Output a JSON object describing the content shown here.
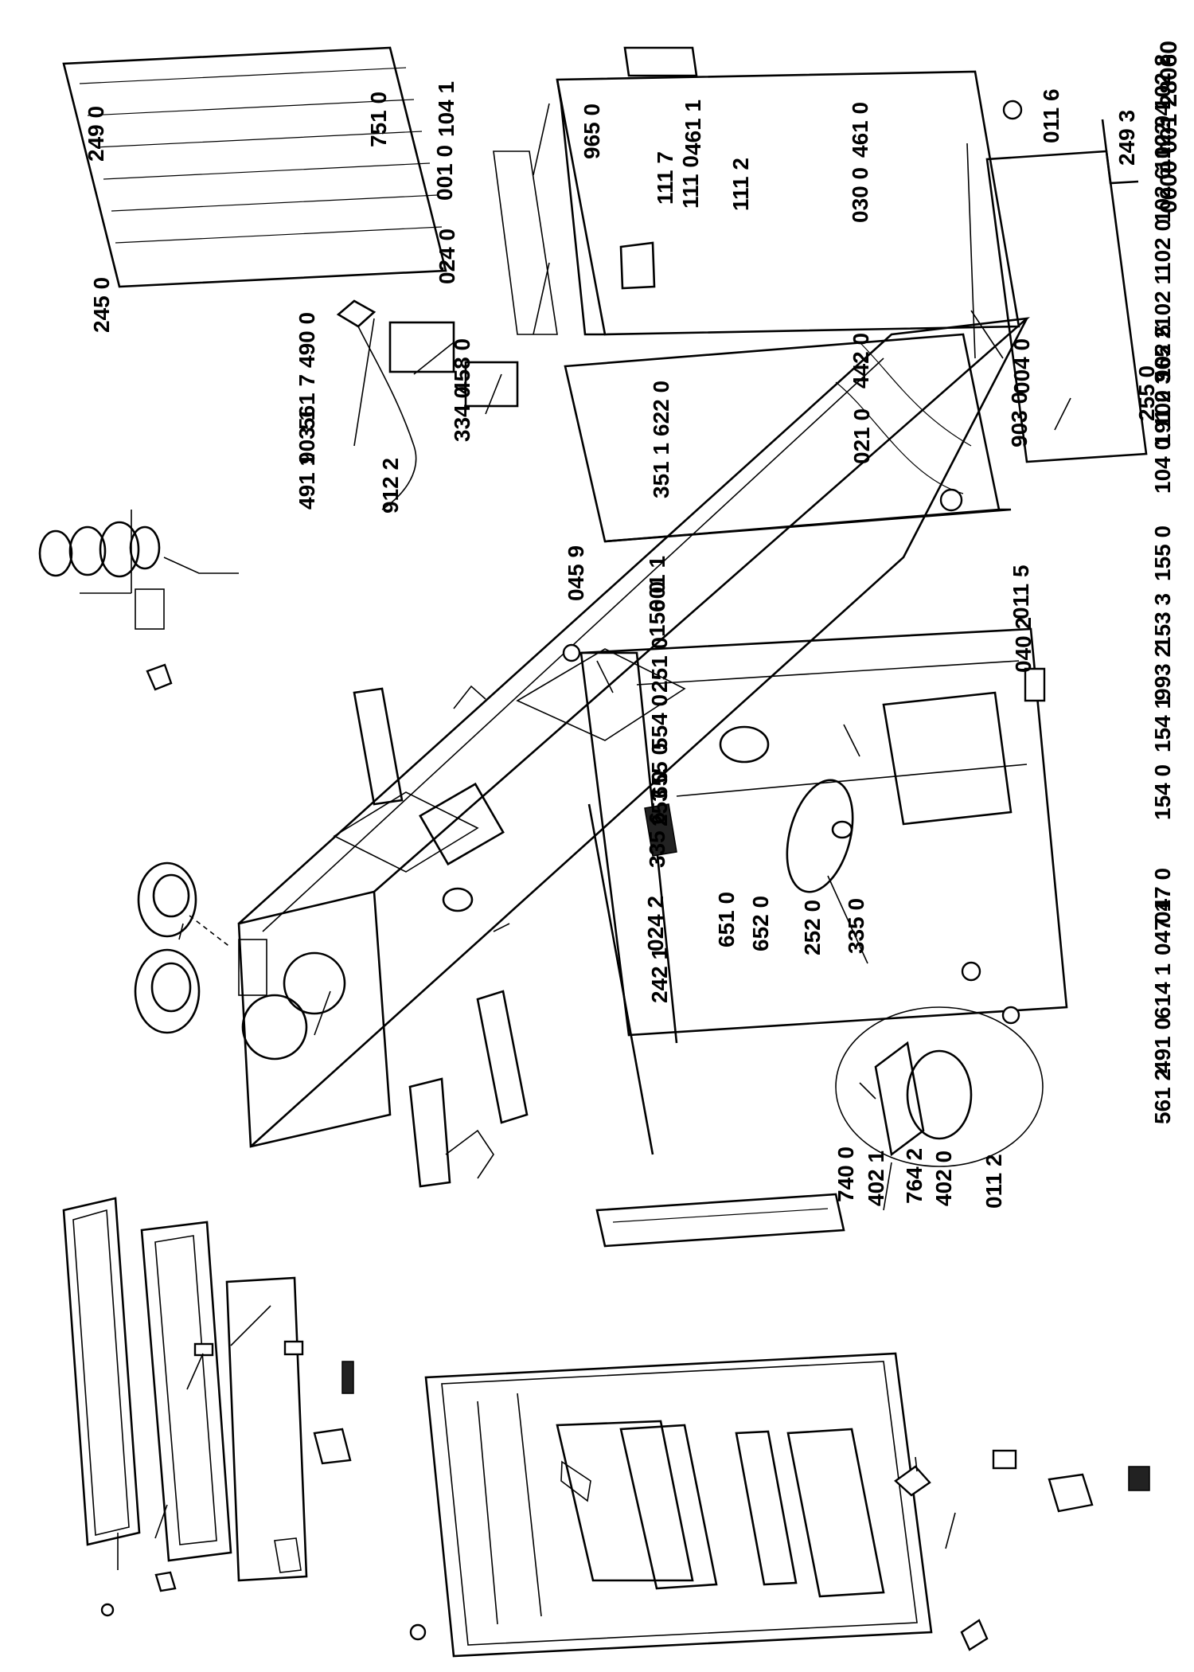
{
  "doc_ref": "0000 001 28060",
  "labels": {
    "l0001": "102 2",
    "l0002": "102 4",
    "l0003": "965 2",
    "l0004": "102 8",
    "l0005": "102 9",
    "l0006": "102 6",
    "l0007": "102 0",
    "l0008": "102 1",
    "l0009": "102 5",
    "l0010": "102 3",
    "l0011": "191 0",
    "l0012": "104 0",
    "l0013": "155 0",
    "l0014": "153 3",
    "l0015": "993 2",
    "l0016": "154 1",
    "l0017": "154 0",
    "l0018": "047 0",
    "l0019": "047 1",
    "l0020": "614 1",
    "l0021": "491 0",
    "l0022": "561 2",
    "l0023": "461 0",
    "l0024": "030 0",
    "l0025": "461 1",
    "l0026": "965 0",
    "l0027": "442 0",
    "l0028": "021 0",
    "l0029": "622 0",
    "l0030": "351 1",
    "l0031": "458 0",
    "l0032": "334 0",
    "l0033": "912 2",
    "l0034": "751 0",
    "l0035": "490 0",
    "l0036": "561 7",
    "l0037": "903 1",
    "l0038": "491 1",
    "l0039": "249 0",
    "l0040": "245 0",
    "l0041": "104 1",
    "l0042": "001 0",
    "l0043": "024 0",
    "l0044": "111 7",
    "l0045": "111 0",
    "l0046": "111 2",
    "l0047": "011 6",
    "l0048": "249 3",
    "l0049": "004 0",
    "l0050": "903 0",
    "l0051": "255 0",
    "l0052": "011 5",
    "l0053": "040 2",
    "l0054": "045 9",
    "l0055": "156 0",
    "l0056": "251 0",
    "l0057": "554 0",
    "l0058": "655 0",
    "l0059": "253 0",
    "l0060": "335 6",
    "l0061": "024 2",
    "l0062": "242 1",
    "l0063": "001 1",
    "l0064": "651 0",
    "l0065": "652 0",
    "l0066": "252 0",
    "l0067": "335 0",
    "l0068": "740 0",
    "l0069": "402 1",
    "l0070": "764 2",
    "l0071": "402 0",
    "l0072": "011 2"
  }
}
